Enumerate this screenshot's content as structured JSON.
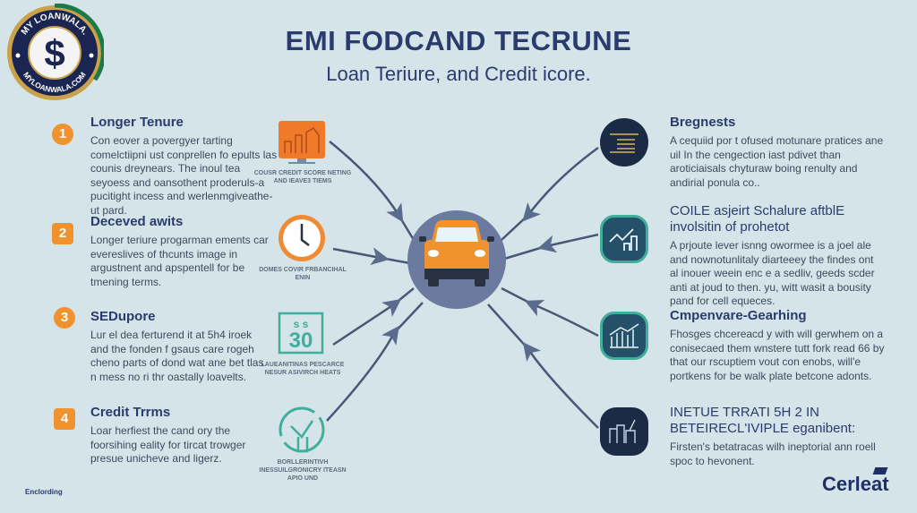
{
  "header": {
    "title": "EMI FODCAND TECRUNE",
    "subtitle": "Loan Teriure, and Credit icore."
  },
  "logo": {
    "ring_top": "MY LOANWALA.",
    "ring_bottom": "MYLOANWALA.COM",
    "symbol": "$"
  },
  "left_items": [
    {
      "number": "1",
      "title": "Longer Tenure",
      "body": "Con eover a povergyer tarting comelctiipni ust conprellen fo epults las counis dreynears. The inoul tea seyoess and oansothent proderuls-a pucitight incess and werlenmgiveathe-ut pard.",
      "icon": "monitor-chart-icon",
      "caption": "COUSR CREDIT SCORE NETING AND IEAVE3 TIEMS"
    },
    {
      "number": "2",
      "title": "Deceved awits",
      "body": "Longer teriure progarman ements car evereslives of thcunts image in argustnent and apspentell for be tmening terms.",
      "icon": "clock-icon",
      "caption": "DOMES COVIR FRBANCIHAL ENIN"
    },
    {
      "number": "3",
      "title": "SEDupore",
      "body": "Lur el dea ferturend it at 5h4 iroek and the fonden f gsaus care rogeh cheno parts of dond wat ane bet tlas n mess no ri thr oastally loavelts.",
      "icon": "calendar-30-icon",
      "caption": "LAUEANITINAS PESCARCE NESUR ASIVIRCH HEATS"
    },
    {
      "number": "4",
      "title": "Credit Trrms",
      "body": "Loar herfiest the cand ory the foorsihing eality for tircat trowger presue unicheve and ligerz.",
      "icon": "gauge-hand-icon",
      "caption": "BORLLERINTIVH INESSUILGRONICRY ITEASN APIO UND"
    }
  ],
  "right_items": [
    {
      "title": "Bregnests",
      "body": "A cequiid por t ofused motunare pratices ane uil In the cengection iast pdivet than aroticiaisals chyturaw boing renulty and andirial ponula co..",
      "icon": "list-document-icon"
    },
    {
      "title": "COILE asjeirt Schalure aftblE involsitin of prohetot",
      "body": "A prjoute lever isnng owormee is a joel ale and nownotunlitaly diarteeey the findes ont al inouer weein enc e a sedliv, geeds scder anti at joud to then. yu, witt wasit a bousity pand for cell equeces.",
      "icon": "growth-chart-icon"
    },
    {
      "title": "Cmpenvare-Gearhing",
      "body": "Fhosges chcereacd y with will gerwhem on a conisecaed them wnstere tutt fork read 66 by that our rscuptiem vout con enobs, will'e portkens for be walk plate betcone adonts.",
      "icon": "bar-trend-icon"
    },
    {
      "title": "INETUE TRRATI 5H 2 IN BETEIRECL'IVIPLE eganibent:",
      "body": "Firsten's betatracas wilh ineptorial ann roell spoc to hevonent.",
      "icon": "building-chart-icon"
    }
  ],
  "footer": {
    "left": "Enclording",
    "brand": "Cerleat"
  },
  "colors": {
    "background": "#d5e4e8",
    "navy": "#2b3b6e",
    "orange": "#f0922d",
    "teal": "#3fae9a",
    "hub": "#6b7a9e"
  }
}
